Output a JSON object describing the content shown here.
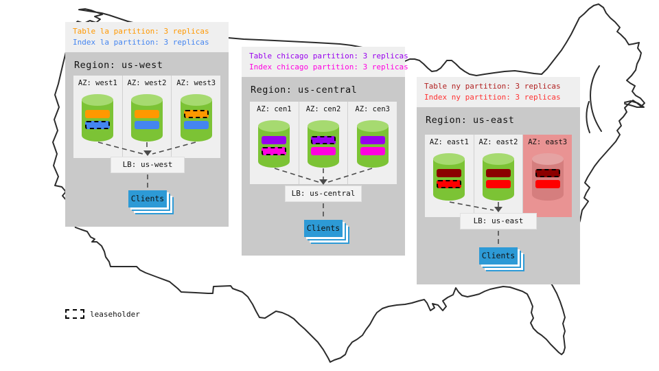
{
  "legend": {
    "label": "leaseholder"
  },
  "regions": [
    {
      "name": "us-west",
      "title": "Region: us-west",
      "callout": [
        {
          "text": "Table la partition: 3 replicas",
          "color": "#ff9800"
        },
        {
          "text": "Index la partition: 3 replicas",
          "color": "#4485f0"
        }
      ],
      "azs": [
        {
          "label": "AZ: west1",
          "failed": false,
          "bars": [
            {
              "name": "table-replica",
              "color": "#ff9800",
              "leaseholder": false
            },
            {
              "name": "index-replica",
              "color": "#4485f0",
              "leaseholder": true
            }
          ]
        },
        {
          "label": "AZ: west2",
          "failed": false,
          "bars": [
            {
              "name": "table-replica",
              "color": "#ff9800",
              "leaseholder": false
            },
            {
              "name": "index-replica",
              "color": "#4485f0",
              "leaseholder": false
            }
          ]
        },
        {
          "label": "AZ: west3",
          "failed": false,
          "bars": [
            {
              "name": "table-replica",
              "color": "#ff9800",
              "leaseholder": true
            },
            {
              "name": "index-replica",
              "color": "#4485f0",
              "leaseholder": false
            }
          ]
        }
      ],
      "lb_label": "LB: us-west",
      "clients_label": "Clients"
    },
    {
      "name": "us-central",
      "title": "Region: us-central",
      "callout": [
        {
          "text": "Table chicago partition: 3 replicas",
          "color": "#9800ee"
        },
        {
          "text": "Index chicago partition: 3 replicas",
          "color": "#ff00e0"
        }
      ],
      "azs": [
        {
          "label": "AZ: cen1",
          "failed": false,
          "bars": [
            {
              "name": "table-replica",
              "color": "#9800ee",
              "leaseholder": false
            },
            {
              "name": "index-replica",
              "color": "#ff00e0",
              "leaseholder": true
            }
          ]
        },
        {
          "label": "AZ: cen2",
          "failed": false,
          "bars": [
            {
              "name": "table-replica",
              "color": "#9800ee",
              "leaseholder": true
            },
            {
              "name": "index-replica",
              "color": "#ff00e0",
              "leaseholder": false
            }
          ]
        },
        {
          "label": "AZ: cen3",
          "failed": false,
          "bars": [
            {
              "name": "table-replica",
              "color": "#9800ee",
              "leaseholder": false
            },
            {
              "name": "index-replica",
              "color": "#ff00e0",
              "leaseholder": false
            }
          ]
        }
      ],
      "lb_label": "LB: us-central",
      "clients_label": "Clients"
    },
    {
      "name": "us-east",
      "title": "Region: us-east",
      "callout": [
        {
          "text": "Table ny partition: 3 replicas",
          "color": "#b22222"
        },
        {
          "text": "Index ny partition: 3 replicas",
          "color": "#ff3333"
        }
      ],
      "azs": [
        {
          "label": "AZ: east1",
          "failed": false,
          "bars": [
            {
              "name": "table-replica",
              "color": "#8b0000",
              "leaseholder": false
            },
            {
              "name": "index-replica",
              "color": "#ff0000",
              "leaseholder": true
            }
          ]
        },
        {
          "label": "AZ: east2",
          "failed": false,
          "bars": [
            {
              "name": "table-replica",
              "color": "#8b0000",
              "leaseholder": false
            },
            {
              "name": "index-replica",
              "color": "#ff0000",
              "leaseholder": false
            }
          ]
        },
        {
          "label": "AZ: east3",
          "failed": true,
          "bars": [
            {
              "name": "table-replica",
              "color": "#8b0000",
              "leaseholder": true
            },
            {
              "name": "index-replica",
              "color": "#ff0000",
              "leaseholder": false
            }
          ]
        }
      ],
      "lb_label": "LB: us-east",
      "clients_label": "Clients"
    }
  ]
}
